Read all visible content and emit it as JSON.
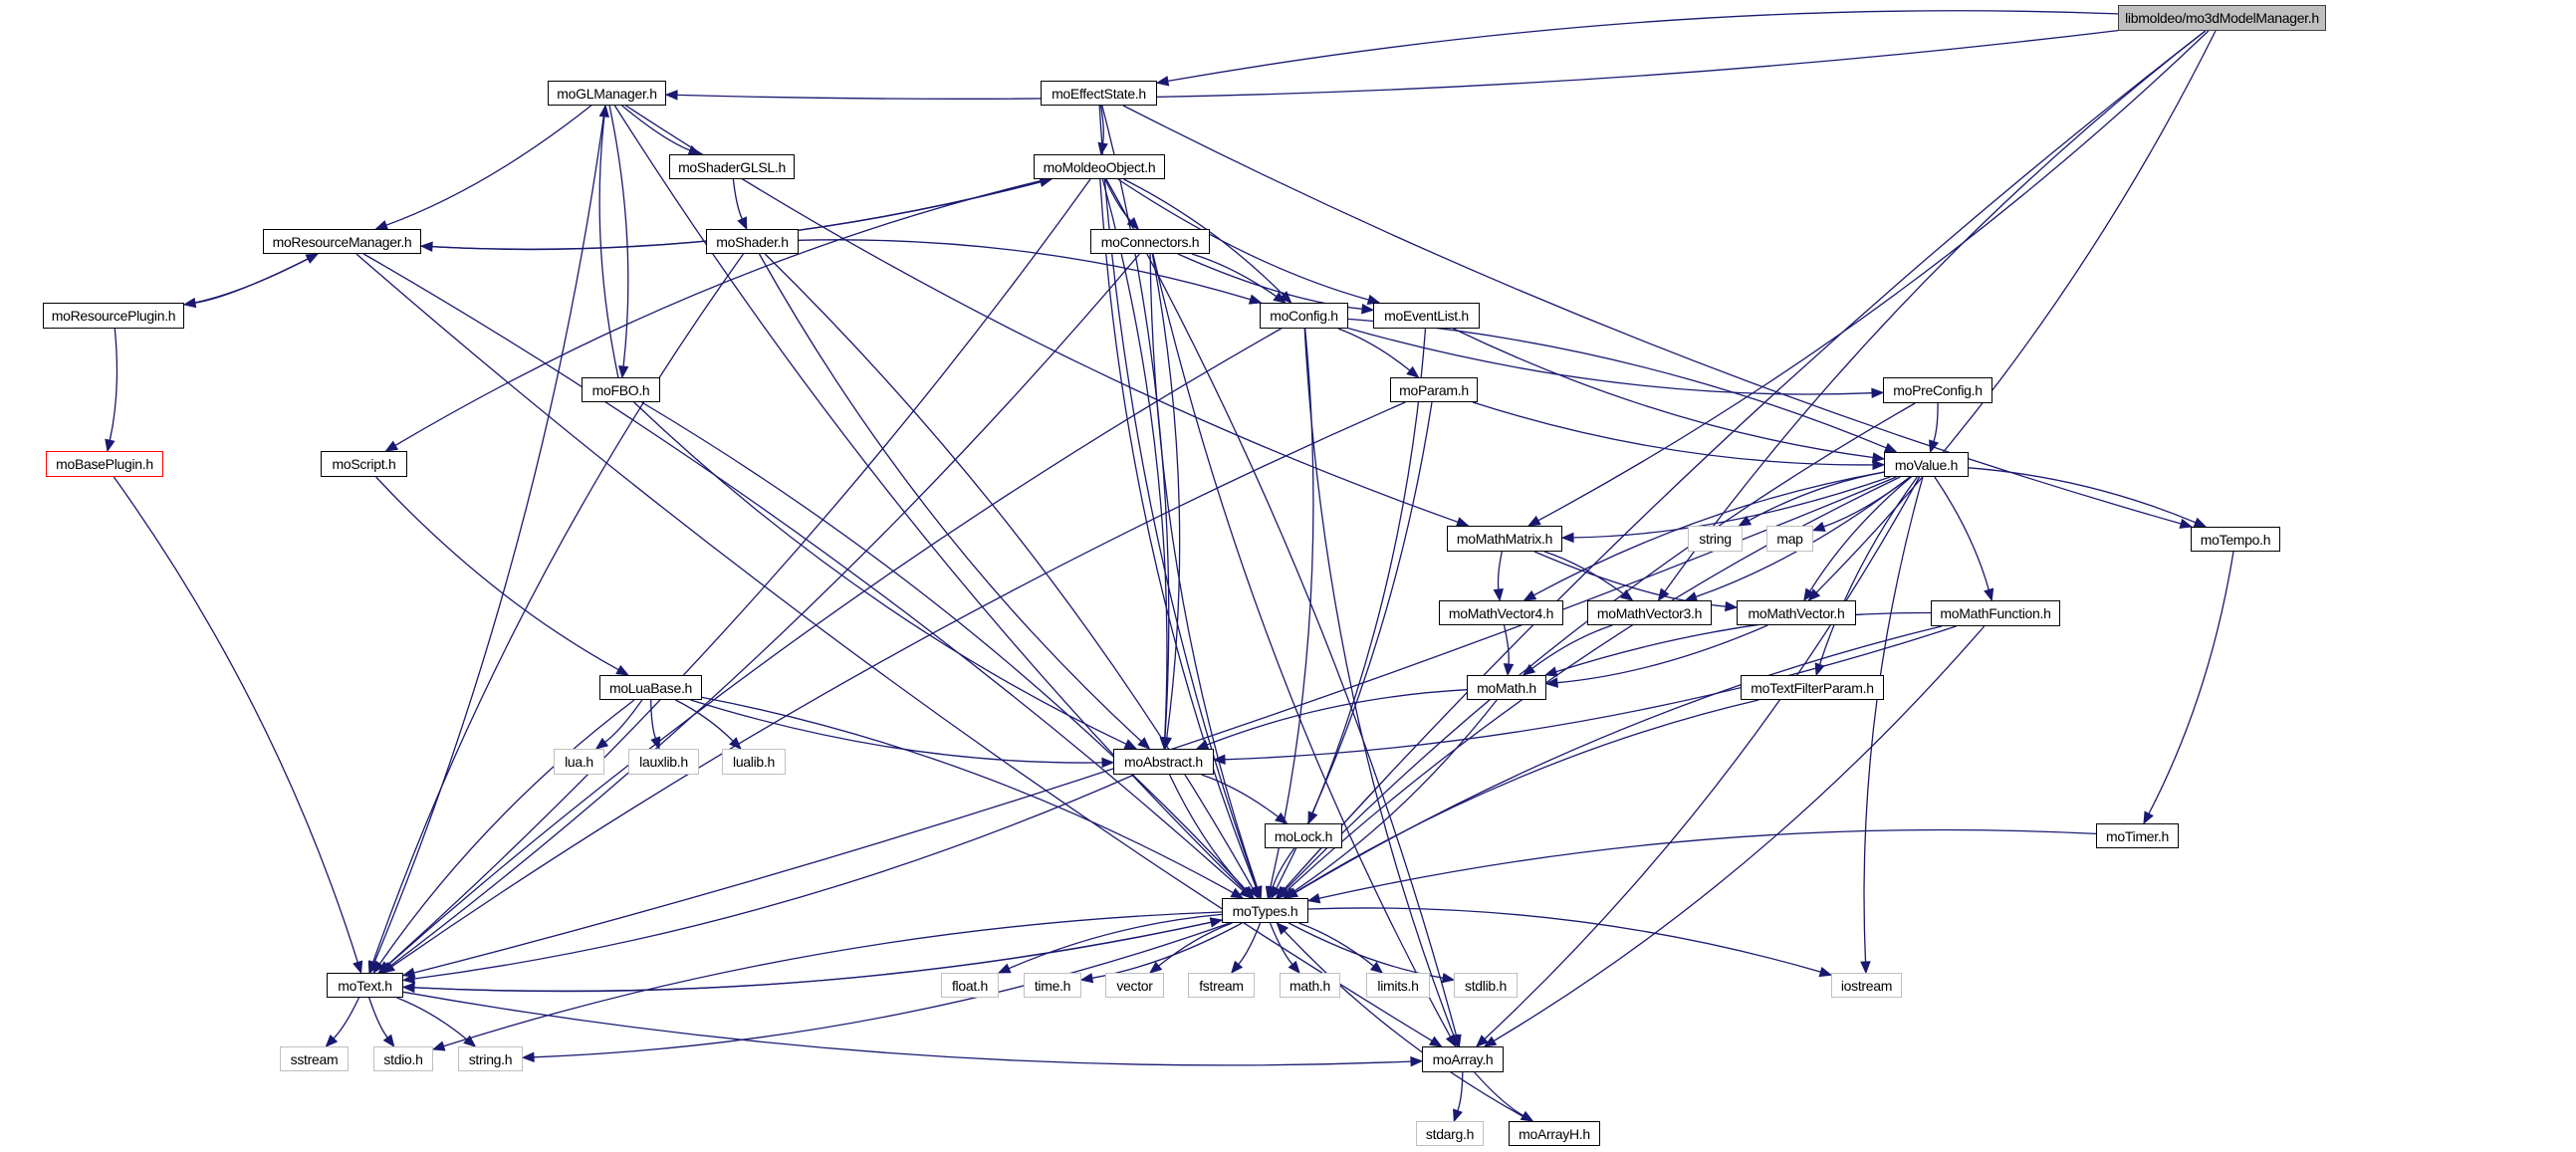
{
  "title": "libmoldeo/mo3dModelManager.h include dependency graph",
  "colors": {
    "edge": "#191970",
    "root_fill": "#bfbfbf",
    "node_border": "#000000",
    "system_border": "#bfbfbf",
    "missing_border": "#ff0000"
  },
  "nodes": [
    {
      "id": "root",
      "label": "libmoldeo/mo3dModelManager.h",
      "kind": "root"
    },
    {
      "id": "moGLManager",
      "label": "moGLManager.h",
      "kind": "file"
    },
    {
      "id": "moEffectState",
      "label": "moEffectState.h",
      "kind": "file"
    },
    {
      "id": "moMoldeoObject",
      "label": "moMoldeoObject.h",
      "kind": "file"
    },
    {
      "id": "moShaderGLSL",
      "label": "moShaderGLSL.h",
      "kind": "file"
    },
    {
      "id": "moResourceManager",
      "label": "moResourceManager.h",
      "kind": "file"
    },
    {
      "id": "moShader",
      "label": "moShader.h",
      "kind": "file"
    },
    {
      "id": "moConnectors",
      "label": "moConnectors.h",
      "kind": "file"
    },
    {
      "id": "moResourcePlugin",
      "label": "moResourcePlugin.h",
      "kind": "file"
    },
    {
      "id": "moConfig",
      "label": "moConfig.h",
      "kind": "file"
    },
    {
      "id": "moEventList",
      "label": "moEventList.h",
      "kind": "file"
    },
    {
      "id": "moFBO",
      "label": "moFBO.h",
      "kind": "file"
    },
    {
      "id": "moParam",
      "label": "moParam.h",
      "kind": "file"
    },
    {
      "id": "moPreConfig",
      "label": "moPreConfig.h",
      "kind": "file"
    },
    {
      "id": "moBasePlugin",
      "label": "moBasePlugin.h",
      "kind": "missing"
    },
    {
      "id": "moScript",
      "label": "moScript.h",
      "kind": "file"
    },
    {
      "id": "moValue",
      "label": "moValue.h",
      "kind": "file"
    },
    {
      "id": "moMathMatrix",
      "label": "moMathMatrix.h",
      "kind": "file"
    },
    {
      "id": "string",
      "label": "string",
      "kind": "system"
    },
    {
      "id": "map",
      "label": "map",
      "kind": "system"
    },
    {
      "id": "moTempo",
      "label": "moTempo.h",
      "kind": "file"
    },
    {
      "id": "moMathVector4",
      "label": "moMathVector4.h",
      "kind": "file"
    },
    {
      "id": "moMathVector3",
      "label": "moMathVector3.h",
      "kind": "file"
    },
    {
      "id": "moMathVector",
      "label": "moMathVector.h",
      "kind": "file"
    },
    {
      "id": "moMathFunction",
      "label": "moMathFunction.h",
      "kind": "file"
    },
    {
      "id": "moLuaBase",
      "label": "moLuaBase.h",
      "kind": "file"
    },
    {
      "id": "moMath",
      "label": "moMath.h",
      "kind": "file"
    },
    {
      "id": "moTextFilterParam",
      "label": "moTextFilterParam.h",
      "kind": "file"
    },
    {
      "id": "lua",
      "label": "lua.h",
      "kind": "system"
    },
    {
      "id": "lauxlib",
      "label": "lauxlib.h",
      "kind": "system"
    },
    {
      "id": "lualib",
      "label": "lualib.h",
      "kind": "system"
    },
    {
      "id": "moAbstract",
      "label": "moAbstract.h",
      "kind": "file"
    },
    {
      "id": "moLock",
      "label": "moLock.h",
      "kind": "file"
    },
    {
      "id": "moTimer",
      "label": "moTimer.h",
      "kind": "file"
    },
    {
      "id": "moTypes",
      "label": "moTypes.h",
      "kind": "file"
    },
    {
      "id": "moText",
      "label": "moText.h",
      "kind": "file"
    },
    {
      "id": "float",
      "label": "float.h",
      "kind": "system"
    },
    {
      "id": "time",
      "label": "time.h",
      "kind": "system"
    },
    {
      "id": "vector",
      "label": "vector",
      "kind": "system"
    },
    {
      "id": "fstream",
      "label": "fstream",
      "kind": "system"
    },
    {
      "id": "math",
      "label": "math.h",
      "kind": "system"
    },
    {
      "id": "limits",
      "label": "limits.h",
      "kind": "system"
    },
    {
      "id": "stdlib",
      "label": "stdlib.h",
      "kind": "system"
    },
    {
      "id": "iostream",
      "label": "iostream",
      "kind": "system"
    },
    {
      "id": "sstream",
      "label": "sstream",
      "kind": "system"
    },
    {
      "id": "stdio",
      "label": "stdio.h",
      "kind": "system"
    },
    {
      "id": "stringh",
      "label": "string.h",
      "kind": "system"
    },
    {
      "id": "moArray",
      "label": "moArray.h",
      "kind": "file"
    },
    {
      "id": "stdarg",
      "label": "stdarg.h",
      "kind": "system"
    },
    {
      "id": "moArrayH",
      "label": "moArrayH.h",
      "kind": "file"
    }
  ],
  "edges": [
    [
      "root",
      "moGLManager"
    ],
    [
      "root",
      "moEffectState"
    ],
    [
      "root",
      "moMathMatrix"
    ],
    [
      "root",
      "moMathVector3"
    ],
    [
      "root",
      "moMathVector"
    ],
    [
      "root",
      "moTypes"
    ],
    [
      "moGLManager",
      "moResourceManager"
    ],
    [
      "moGLManager",
      "moShaderGLSL"
    ],
    [
      "moGLManager",
      "moFBO"
    ],
    [
      "moGLManager",
      "moTypes"
    ],
    [
      "moGLManager",
      "moText"
    ],
    [
      "moGLManager",
      "moMathMatrix"
    ],
    [
      "moEffectState",
      "moMoldeoObject"
    ],
    [
      "moEffectState",
      "moTempo"
    ],
    [
      "moEffectState",
      "moAbstract"
    ],
    [
      "moEffectState",
      "moTypes"
    ],
    [
      "moMoldeoObject",
      "moResourceManager"
    ],
    [
      "moMoldeoObject",
      "moConnectors"
    ],
    [
      "moMoldeoObject",
      "moConfig"
    ],
    [
      "moMoldeoObject",
      "moEventList"
    ],
    [
      "moMoldeoObject",
      "moAbstract"
    ],
    [
      "moMoldeoObject",
      "moScript"
    ],
    [
      "moMoldeoObject",
      "moText"
    ],
    [
      "moMoldeoObject",
      "moTypes"
    ],
    [
      "moMoldeoObject",
      "moArray"
    ],
    [
      "moShaderGLSL",
      "moShader"
    ],
    [
      "moResourceManager",
      "moResourcePlugin"
    ],
    [
      "moResourceManager",
      "moMoldeoObject"
    ],
    [
      "moResourceManager",
      "moTypes"
    ],
    [
      "moResourceManager",
      "moArray"
    ],
    [
      "moResourcePlugin",
      "moBasePlugin"
    ],
    [
      "moResourcePlugin",
      "moResourceManager"
    ],
    [
      "moShader",
      "moConfig"
    ],
    [
      "moShader",
      "moAbstract"
    ],
    [
      "moShader",
      "moTypes"
    ],
    [
      "moShader",
      "moText"
    ],
    [
      "moConnectors",
      "moConfig"
    ],
    [
      "moConnectors",
      "moEventList"
    ],
    [
      "moConnectors",
      "moAbstract"
    ],
    [
      "moConnectors",
      "moTypes"
    ],
    [
      "moConnectors",
      "moText"
    ],
    [
      "moConnectors",
      "moArray"
    ],
    [
      "moConfig",
      "moParam"
    ],
    [
      "moConfig",
      "moPreConfig"
    ],
    [
      "moConfig",
      "moValue"
    ],
    [
      "moConfig",
      "moText"
    ],
    [
      "moConfig",
      "moTypes"
    ],
    [
      "moConfig",
      "moArray"
    ],
    [
      "moEventList",
      "moLock"
    ],
    [
      "moEventList",
      "moValue"
    ],
    [
      "moFBO",
      "moGLManager"
    ],
    [
      "moFBO",
      "moAbstract"
    ],
    [
      "moFBO",
      "moTypes"
    ],
    [
      "moParam",
      "moValue"
    ],
    [
      "moParam",
      "moTypes"
    ],
    [
      "moParam",
      "moText"
    ],
    [
      "moPreConfig",
      "moValue"
    ],
    [
      "moPreConfig",
      "moTypes"
    ],
    [
      "moBasePlugin",
      "moText"
    ],
    [
      "moScript",
      "moLuaBase"
    ],
    [
      "moValue",
      "moMathMatrix"
    ],
    [
      "moValue",
      "string"
    ],
    [
      "moValue",
      "map"
    ],
    [
      "moValue",
      "moMathVector4"
    ],
    [
      "moValue",
      "moMathVector3"
    ],
    [
      "moValue",
      "moMathVector"
    ],
    [
      "moValue",
      "moMathFunction"
    ],
    [
      "moValue",
      "moTextFilterParam"
    ],
    [
      "moValue",
      "moTempo"
    ],
    [
      "moValue",
      "moTypes"
    ],
    [
      "moValue",
      "moText"
    ],
    [
      "moValue",
      "iostream"
    ],
    [
      "moValue",
      "moArray"
    ],
    [
      "moMathMatrix",
      "moMathVector4"
    ],
    [
      "moMathMatrix",
      "moMathVector3"
    ],
    [
      "moMathMatrix",
      "moMathVector"
    ],
    [
      "moMathVector4",
      "moMath"
    ],
    [
      "moMathVector3",
      "moMath"
    ],
    [
      "moMathVector",
      "moMath"
    ],
    [
      "moMathFunction",
      "moMath"
    ],
    [
      "moMathFunction",
      "moAbstract"
    ],
    [
      "moMathFunction",
      "moTypes"
    ],
    [
      "moMathFunction",
      "moArray"
    ],
    [
      "moMath",
      "moAbstract"
    ],
    [
      "moMath",
      "moTypes"
    ],
    [
      "moTextFilterParam",
      "moTypes"
    ],
    [
      "moTempo",
      "moTimer"
    ],
    [
      "moTimer",
      "moTypes"
    ],
    [
      "moLuaBase",
      "lua"
    ],
    [
      "moLuaBase",
      "lauxlib"
    ],
    [
      "moLuaBase",
      "lualib"
    ],
    [
      "moLuaBase",
      "moAbstract"
    ],
    [
      "moLuaBase",
      "moTypes"
    ],
    [
      "moLuaBase",
      "moText"
    ],
    [
      "moAbstract",
      "moLock"
    ],
    [
      "moAbstract",
      "moTypes"
    ],
    [
      "moAbstract",
      "moText"
    ],
    [
      "moLock",
      "moTypes"
    ],
    [
      "moTypes",
      "moText"
    ],
    [
      "moTypes",
      "float"
    ],
    [
      "moTypes",
      "time"
    ],
    [
      "moTypes",
      "vector"
    ],
    [
      "moTypes",
      "fstream"
    ],
    [
      "moTypes",
      "math"
    ],
    [
      "moTypes",
      "limits"
    ],
    [
      "moTypes",
      "stdlib"
    ],
    [
      "moTypes",
      "iostream"
    ],
    [
      "moTypes",
      "stdio"
    ],
    [
      "moTypes",
      "stringh"
    ],
    [
      "moText",
      "moTypes"
    ],
    [
      "moText",
      "sstream"
    ],
    [
      "moText",
      "stdio"
    ],
    [
      "moText",
      "stringh"
    ],
    [
      "moText",
      "moArray"
    ],
    [
      "moArray",
      "stdarg"
    ],
    [
      "moArray",
      "moArrayH"
    ],
    [
      "moArrayH",
      "moTypes"
    ]
  ]
}
